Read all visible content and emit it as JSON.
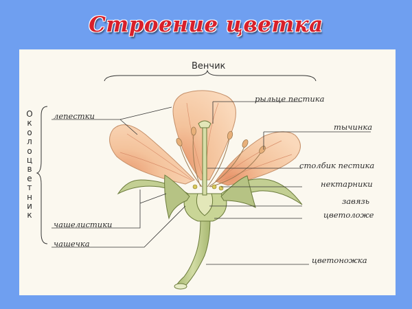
{
  "title": "Строение цветка",
  "labels": {
    "venchik": "Венчик",
    "rylce": "рыльце пестика",
    "lepestki": "лепестки",
    "tychinka": "тычинка",
    "stolbik": "столбик пестика",
    "nektarniki": "нектарники",
    "zavyaz": "завязь",
    "chashelistiki": "чашелистики",
    "cvetolozhe": "цветоложе",
    "chashechka": "чашечка",
    "cvetonozhka": "цветоножка"
  },
  "vertical_label": [
    "О",
    "к",
    "о",
    "л",
    "о",
    "ц",
    "в",
    "е",
    "т",
    "н",
    "и",
    "к"
  ],
  "colors": {
    "background": "#6f9ff0",
    "panel": "#fbf8ef",
    "title": "#d8202a",
    "petal": "#f5c7a0",
    "sepal": "#c3cf93",
    "stamen": "#e8b07a"
  }
}
